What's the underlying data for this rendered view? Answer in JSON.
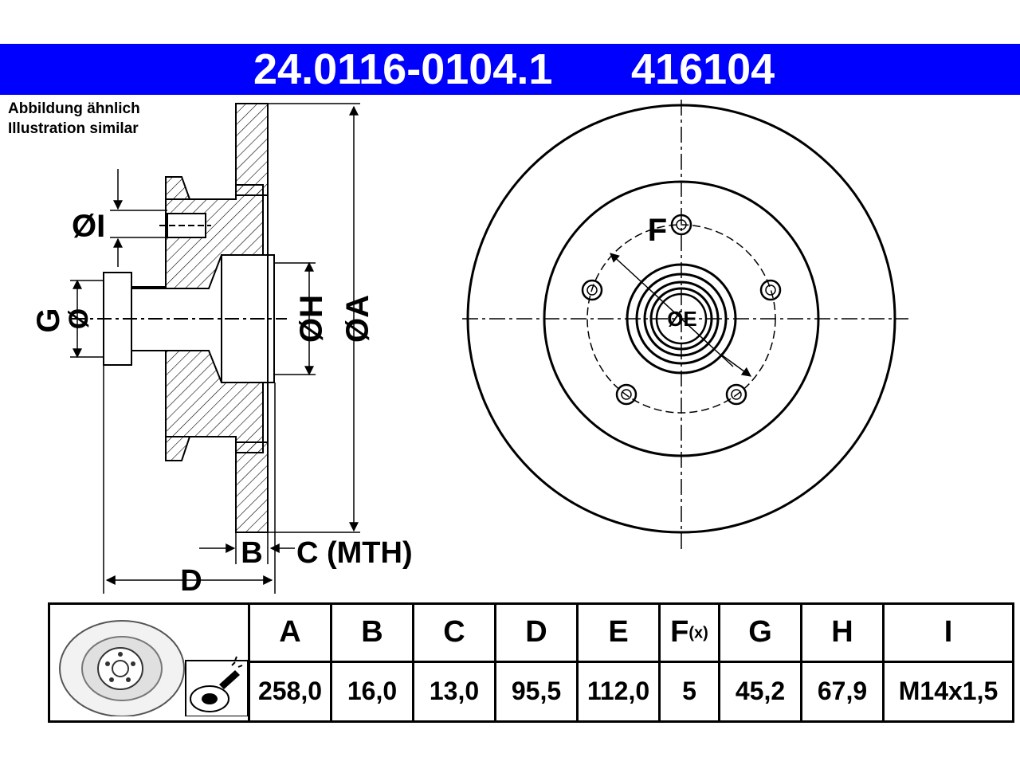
{
  "header": {
    "part_number": "24.0116-0104.1",
    "ref_number": "416104",
    "bg_color": "#0000ff"
  },
  "note": {
    "line1": "Abbildung ähnlich",
    "line2": "Illustration similar"
  },
  "drawing_labels": {
    "dia_i": "ØI",
    "g_letter": "G",
    "g_dia": "Ø",
    "dia_h": "ØH",
    "dia_a": "ØA",
    "b": "B",
    "c_mth": "C (MTH)",
    "d": "D",
    "f": "F",
    "dia_e": "ØE"
  },
  "table": {
    "headers": [
      "A",
      "B",
      "C",
      "D",
      "E",
      "F",
      "G",
      "H",
      "I"
    ],
    "f_suffix": "(x)",
    "values": [
      "258,0",
      "16,0",
      "13,0",
      "95,5",
      "112,0",
      "5",
      "45,2",
      "67,9",
      "M14x1,5"
    ]
  }
}
